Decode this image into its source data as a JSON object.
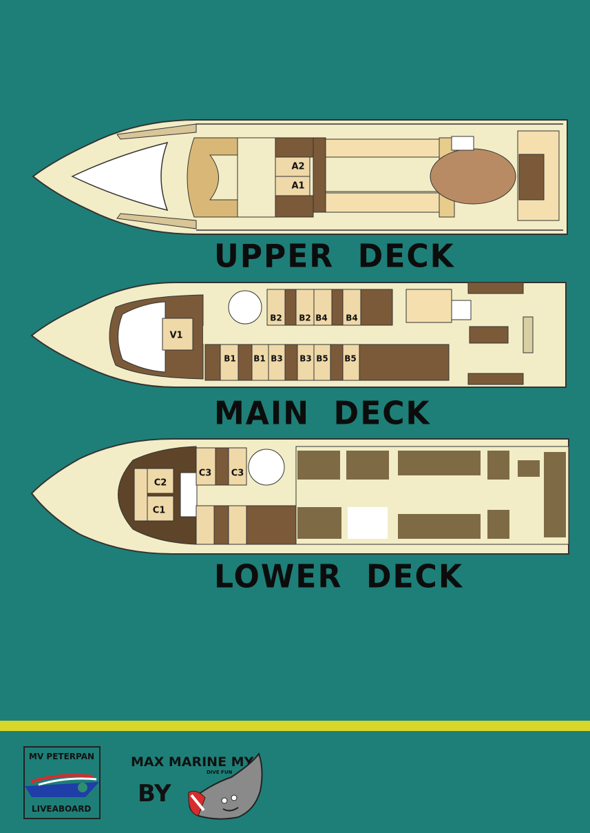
{
  "decks": {
    "upper": {
      "title": "UPPER  DECK",
      "cabins": [
        "A2",
        "A1"
      ]
    },
    "main": {
      "title": "MAIN  DECK",
      "cabins": [
        "V1",
        "B2",
        "B2",
        "B4",
        "B4",
        "B1",
        "B1",
        "B3",
        "B3",
        "B5",
        "B5"
      ]
    },
    "lower": {
      "title": "LOWER  DECK",
      "cabins": [
        "C3",
        "C3",
        "C2",
        "C1"
      ]
    }
  },
  "footer": {
    "boat_logo_top": "MV PETERPAN",
    "boat_logo_bottom": "LIVEABOARD",
    "brand": "MAX MARINE MY",
    "brand_tagline": "DIVE FUN",
    "by_label": "BY"
  },
  "colors": {
    "background": "#1e7f78",
    "hull": "#f2edc6",
    "cabin_light": "#efd9a8",
    "cabin_dark": "#7b5a3a",
    "furniture": "#7e6b45",
    "stripe": "#d8d62a"
  }
}
